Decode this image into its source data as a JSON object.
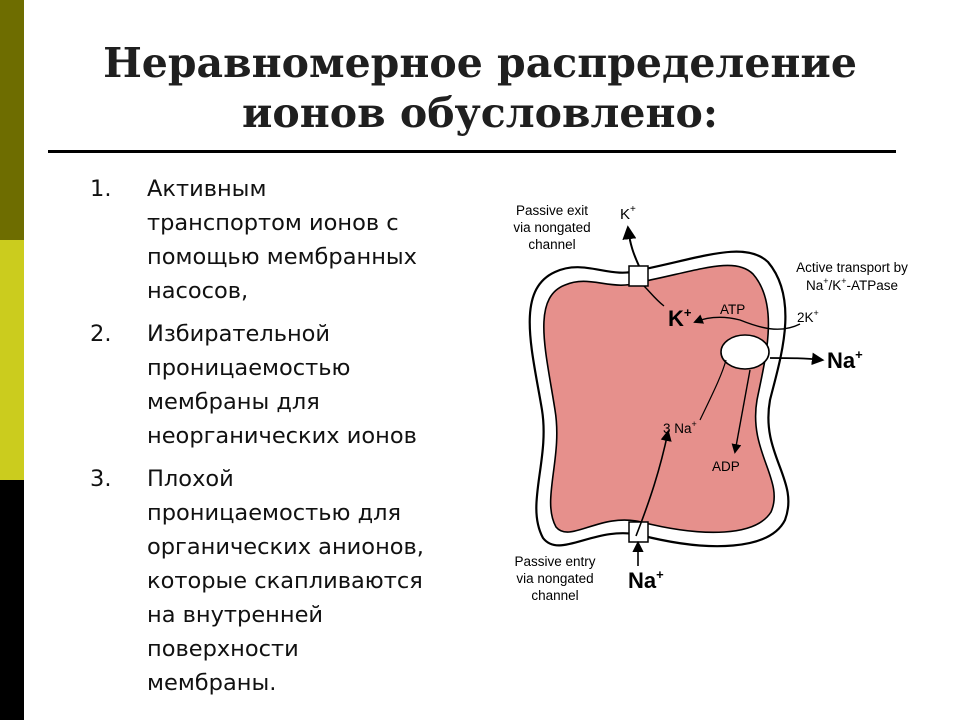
{
  "slide": {
    "title": {
      "line1": "Неравномерное распределение",
      "line2": "ионов обусловлено:"
    },
    "items": [
      {
        "num": "1.",
        "lines": [
          "Активным",
          "транспортом ионов с",
          "помощью мембранных",
          "насосов,"
        ]
      },
      {
        "num": "2.",
        "lines": [
          "Избирательной",
          "проницаемостью",
          "мембраны для",
          "неорганических ионов"
        ]
      },
      {
        "num": "3.",
        "lines": [
          "Плохой",
          "проницаемостью для",
          "органических анионов,",
          "которые скапливаются",
          "на внутренней",
          "поверхности",
          "мембраны."
        ]
      }
    ]
  },
  "diagram": {
    "passive_exit": [
      "Passive exit",
      "via nongated",
      "channel"
    ],
    "k_out": "K",
    "k_out_sup": "+",
    "active_transport": [
      "Active transport by"
    ],
    "atpase_na": "Na",
    "atpase_sup1": "+",
    "atpase_k": "/K",
    "atpase_sup2": "+",
    "atpase_rest": "-ATPase",
    "k_in": "K",
    "k_in_sup": "+",
    "atp": "ATP",
    "two_k": "2K",
    "two_k_sup": "+",
    "na_out": "Na",
    "na_out_sup": "+",
    "three_na": "3 Na",
    "three_na_sup": "+",
    "adp": "ADP",
    "passive_entry": [
      "Passive entry",
      "via nongated",
      "channel"
    ],
    "na_bottom": "Na",
    "na_bottom_sup": "+",
    "colors": {
      "cell_fill": "#e6908c",
      "membrane": "#000000",
      "slide_stripe_top": "#6e6d00",
      "slide_stripe_mid": "#cbcc1e",
      "slide_stripe_bottom": "#000000"
    }
  }
}
